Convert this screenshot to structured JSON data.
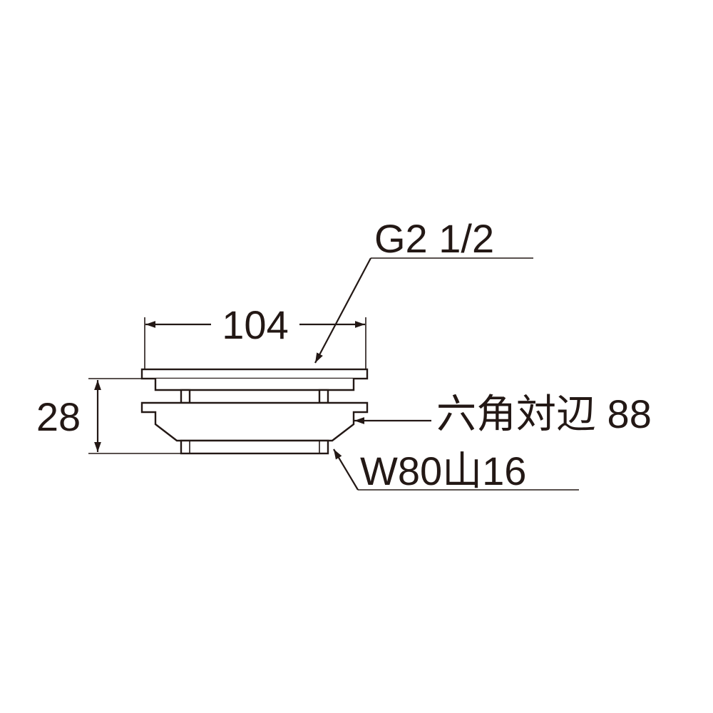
{
  "diagram": {
    "labels": {
      "thread": "G2 1/2",
      "width": "104",
      "height": "28",
      "hex": "六角対辺 88",
      "bottom_thread": "W80山16"
    },
    "colors": {
      "line": "#231815",
      "background": "#ffffff"
    }
  }
}
